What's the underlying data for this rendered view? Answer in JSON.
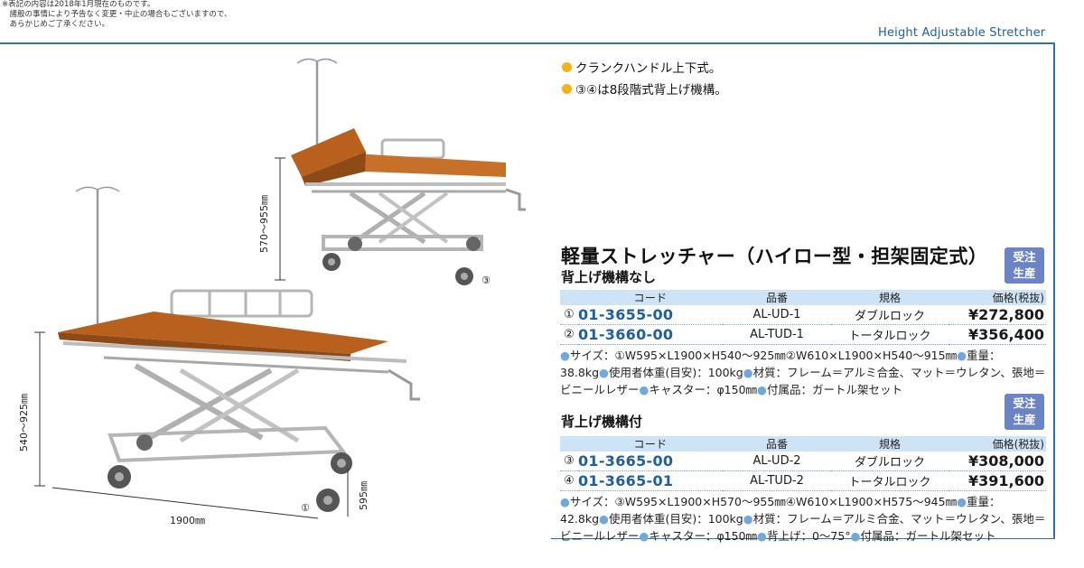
{
  "notice": {
    "line1": "※表記の内容は2018年1月現在のものです。",
    "line2": "　諸般の事情により予告なく変更・中止の場合もございますので、",
    "line3": "　あらかじめご了承ください。"
  },
  "header": {
    "title": "Height Adjustable Stretcher"
  },
  "features": [
    "クランクハンドル上下式。",
    "③④は8段階式背上げ機構。"
  ],
  "product": {
    "title": "軽量ストレッチャー（ハイロー型・担架固定式）",
    "badge": "受注\n生産"
  },
  "section1": {
    "subtitle": "背上げ機構なし",
    "badge_line1": "受注",
    "badge_line2": "生産",
    "headers": {
      "code": "コード",
      "part": "品番",
      "spec": "規格",
      "price": "価格(税抜)"
    },
    "rows": [
      {
        "num": "①",
        "code": "01-3655-00",
        "part": "AL-UD-1",
        "spec": "ダブルロック",
        "price": "¥272,800"
      },
      {
        "num": "②",
        "code": "01-3660-00",
        "part": "AL-TUD-1",
        "spec": "トータルロック",
        "price": "¥356,400"
      }
    ],
    "desc": "●サイズ：①W595×L1900×H540～925㎜②W610×L1900×H540～915㎜●重量：38.8kg●使用者体重(目安)：100kg●材質：フレーム＝アルミ合金、マット＝ウレタン、張地＝ビニールレザー●キャスター：φ150㎜●付属品：ガートル架セット"
  },
  "section2": {
    "subtitle": "背上げ機構付",
    "badge_line1": "受注",
    "badge_line2": "生産",
    "headers": {
      "code": "コード",
      "part": "品番",
      "spec": "規格",
      "price": "価格(税抜)"
    },
    "rows": [
      {
        "num": "③",
        "code": "01-3665-00",
        "part": "AL-UD-2",
        "spec": "ダブルロック",
        "price": "¥308,000"
      },
      {
        "num": "④",
        "code": "01-3665-01",
        "part": "AL-TUD-2",
        "spec": "トータルロック",
        "price": "¥391,600"
      }
    ],
    "desc": "●サイズ：③W595×L1900×H570～955㎜④W610×L1900×H575～945㎜●重量：42.8kg●使用者体重(目安)：100kg●材質：フレーム＝アルミ合金、マット＝ウレタン、張地＝ビニールレザー●キャスター：φ150㎜●背上げ：0～75°●付属品：ガートル架セット"
  },
  "image_labels": {
    "dim_height_upper": "570～955㎜",
    "dim_height_lower": "540～925㎜",
    "dim_length": "1900㎜",
    "dim_width": "595㎜",
    "marker_upper": "③",
    "marker_lower": "①"
  },
  "colors": {
    "accent_blue": "#1f5fa0",
    "table_header": "#cfe3f6",
    "badge": "#6a84c4",
    "bullet_orange": "#f3b11a",
    "mattress": "#b8611f"
  }
}
